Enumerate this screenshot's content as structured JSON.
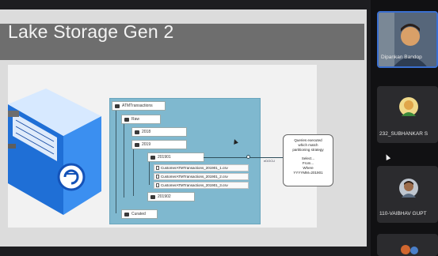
{
  "slide": {
    "title": "Lake Storage Gen 2"
  },
  "tree": {
    "root": "ATMTransactions",
    "raw": "Raw",
    "y2018": "2018",
    "y2019": "2019",
    "m201901": "201901",
    "files": [
      "CustomerATMTransactions_201901_1.csv",
      "CustomerATMTransactions_201901_2.csv",
      "CustomerATMTransactions_201901_3.csv"
    ],
    "ellipsis": "...",
    "m201902": "201902",
    "curated": "Curated"
  },
  "query": {
    "line1": "Queries executed",
    "line2": "which match",
    "line3": "partitioning strategy",
    "line4": "Select...",
    "line5": "From...",
    "line6": "Where",
    "line7": "YYYYMM=201901"
  },
  "connector_label": "eDOCU",
  "participants": [
    {
      "name": "Dipankan Bandop",
      "avatar_color": "#d9a068"
    },
    {
      "name": "232_SUBHANKAR S",
      "avatar_color": "#e0a54a"
    },
    {
      "name": "110-VAIBHAV GUPT",
      "avatar_color": "#9b6b4a"
    }
  ],
  "colors": {
    "diagram_bg": "#7fb8cf",
    "active_tile_border": "#3a6fd0",
    "header_bg": "#6e6e6e"
  }
}
